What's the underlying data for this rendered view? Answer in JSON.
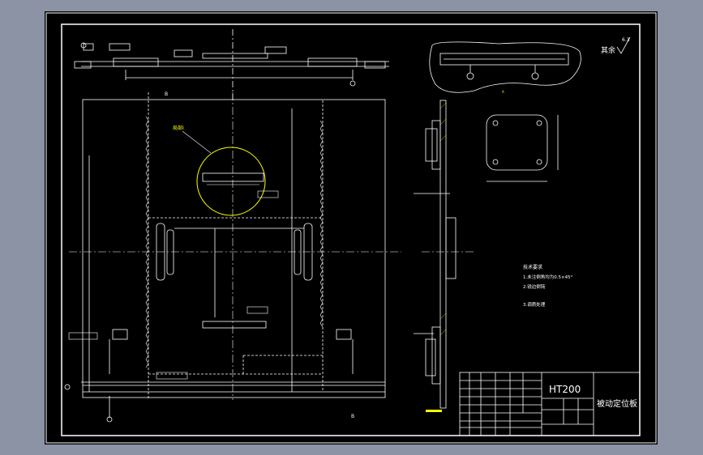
{
  "drawing": {
    "material": "HT200",
    "part_name": "被动定位板",
    "surface_roughness": "其余",
    "roughness_value": "6.3",
    "section_marker": "B",
    "annotation_circle_label": "局部I",
    "callout_label": "A",
    "notes": {
      "title": "技术要求",
      "lines": [
        "1.未注倒角均为0.5×45°",
        "2.锐边倒钝",
        "3.调质处理"
      ]
    }
  },
  "colors": {
    "background": "#000000",
    "frame": "#ffffff",
    "centerline": "#ffffff",
    "highlight": "#ffff00",
    "dimension": "#ffffff",
    "page": "#8b93a5"
  }
}
